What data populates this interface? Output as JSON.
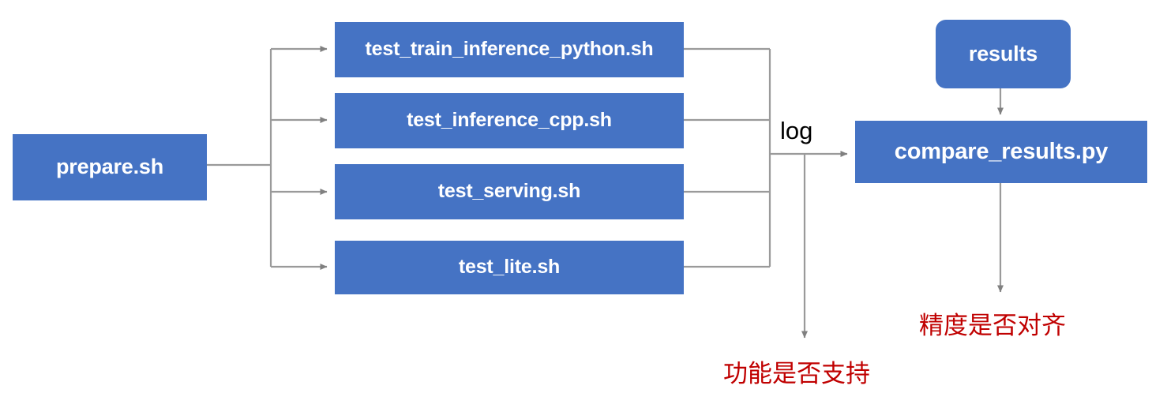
{
  "diagram": {
    "title": "test tipc pipeline flowchart",
    "colors": {
      "node_fill": "#4573c4",
      "node_text": "#ffffff",
      "annotation_text": "#c00000",
      "edge_line": "#9a9a9a",
      "background": "#ffffff"
    },
    "nodes": {
      "prepare": {
        "label": "prepare.sh",
        "shape": "rectangle"
      },
      "train_inference_python": {
        "label": "test_train_inference_python.sh",
        "shape": "rectangle"
      },
      "inference_cpp": {
        "label": "test_inference_cpp.sh",
        "shape": "rectangle"
      },
      "serving": {
        "label": "test_serving.sh",
        "shape": "rectangle"
      },
      "lite": {
        "label": "test_lite.sh",
        "shape": "rectangle"
      },
      "results": {
        "label": "results",
        "shape": "rounded-rectangle"
      },
      "compare_results": {
        "label": "compare_results.py",
        "shape": "rectangle"
      }
    },
    "edge_labels": {
      "log": "log"
    },
    "annotations": {
      "function_supported": "功能是否支持",
      "accuracy_aligned": "精度是否对齐"
    }
  }
}
